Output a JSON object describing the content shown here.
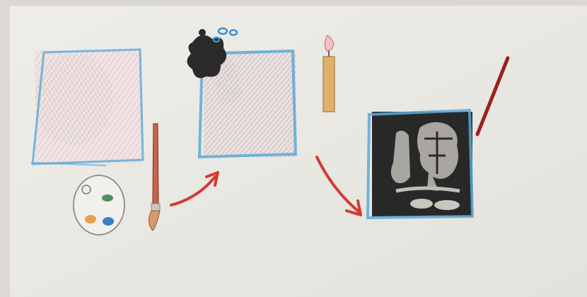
{
  "scene": {
    "description_label": "",
    "colors": {
      "paper": "#eeede8",
      "paper_shadow": "#d9d7d0",
      "crayon_blue": "#5aa9d6",
      "crayon_red": "#d23a35",
      "crayon_red_dark": "#9c1f1f",
      "crayon_black": "#2a2a2a",
      "crayon_green": "#4e8f63",
      "crayon_pink": "#d9a5a5",
      "crayon_orange": "#e2a44a",
      "candle_body": "#e1b06a",
      "flame": "#e98a8a"
    },
    "icons": [
      "colored-square-drawing",
      "palette-icon",
      "paintbrush-icon",
      "arrow-icon",
      "hatched-square-drawing",
      "ink-blot-icon",
      "candle-icon",
      "arrow-icon",
      "scratch-art-square-drawing",
      "stylus-stick-icon"
    ]
  }
}
